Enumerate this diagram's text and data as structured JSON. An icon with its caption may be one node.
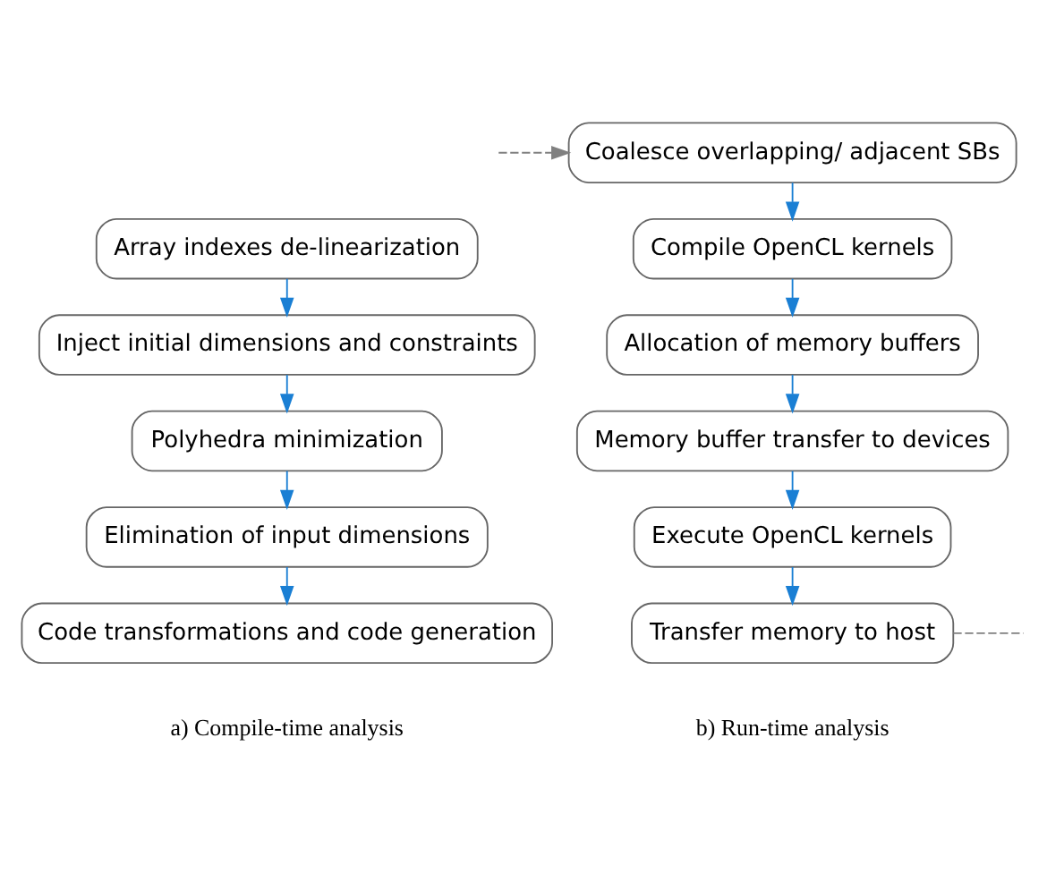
{
  "diagram": {
    "nodes": [
      {
        "text": [
          "Array indexes de-linearization"
        ]
      },
      {
        "text": [
          "Inject initial dimensions and constraints"
        ]
      },
      {
        "text": [
          "Polyhedra minimization"
        ]
      },
      {
        "text": [
          "Elimination of input dimensions"
        ]
      },
      {
        "text": [
          "Code transformations and code generation"
        ]
      },
      {
        "text": [
          "Coalesce overlapping/ adjacent SBs"
        ]
      },
      {
        "text": [
          "Compile OpenCL kernels"
        ]
      },
      {
        "text": [
          "Allocation of memory buffers"
        ]
      },
      {
        "text": [
          "Memory buffer transfer to devices"
        ]
      },
      {
        "text": [
          "Execute OpenCL kernels"
        ]
      },
      {
        "text": [
          "Transfer memory to host"
        ]
      }
    ],
    "edges": [
      {
        "from": 0,
        "to": 1,
        "arrow": "to"
      },
      {
        "from": 1,
        "to": 2,
        "arrow": "to"
      },
      {
        "from": 2,
        "to": 3,
        "arrow": "to"
      },
      {
        "from": 3,
        "to": 4,
        "arrow": "to"
      },
      {
        "from": 5,
        "to": 6,
        "arrow": "to"
      },
      {
        "from": 6,
        "to": 7,
        "arrow": "to"
      },
      {
        "from": 7,
        "to": 8,
        "arrow": "to"
      },
      {
        "from": 8,
        "to": 9,
        "arrow": "to"
      },
      {
        "from": 9,
        "to": 10,
        "arrow": "to"
      },
      {
        "from": null,
        "to": 5,
        "arrow": "to",
        "style": "dashed",
        "color": "#808080"
      },
      {
        "from": 10,
        "to": null,
        "arrow": "none",
        "style": "dashed",
        "color": "#808080"
      }
    ],
    "labels": [
      "a) Compile-time analysis",
      "b) Run-time analysis"
    ]
  }
}
